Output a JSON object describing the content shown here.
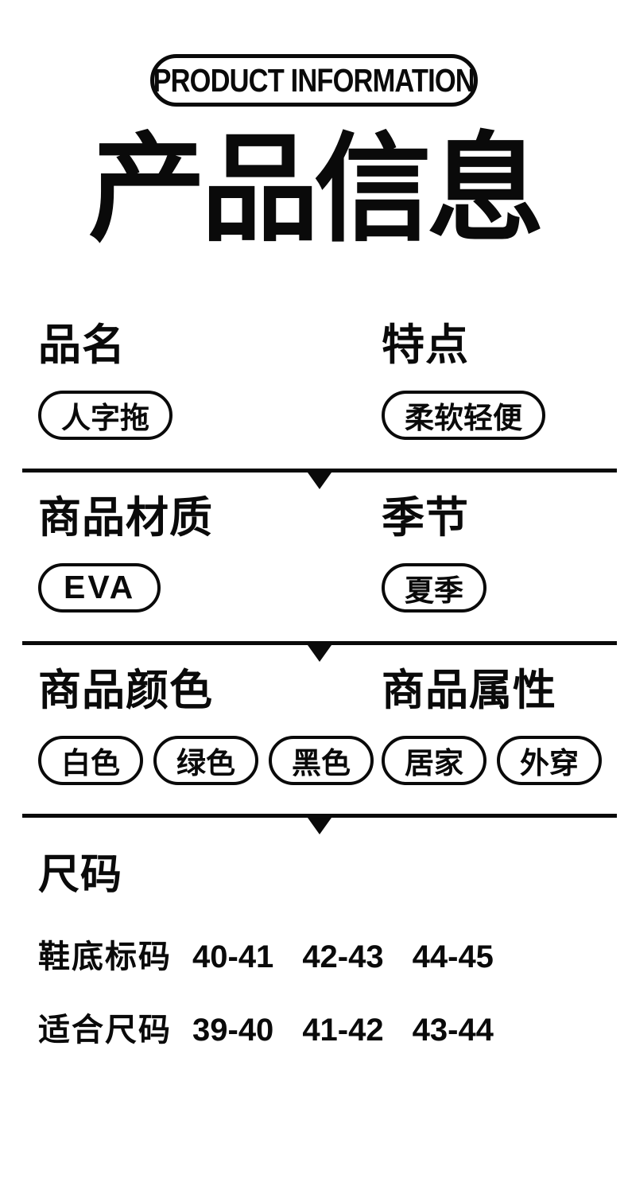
{
  "badge": {
    "label": "PRODUCT INFORMATION"
  },
  "title": "产品信息",
  "sections": [
    {
      "left": {
        "heading": "品名",
        "tags": [
          "人字拖"
        ]
      },
      "right": {
        "heading": "特点",
        "tags": [
          "柔软轻便"
        ]
      }
    },
    {
      "left": {
        "heading": "商品材质",
        "tags": [
          "EVA"
        ]
      },
      "right": {
        "heading": "季节",
        "tags": [
          "夏季"
        ]
      }
    },
    {
      "left": {
        "heading": "商品颜色",
        "tags": [
          "白色",
          "绿色",
          "黑色"
        ]
      },
      "right": {
        "heading": "商品属性",
        "tags": [
          "居家",
          "外穿"
        ]
      }
    }
  ],
  "size_section": {
    "heading": "尺码",
    "rows": [
      {
        "label": "鞋底标码",
        "values": [
          "40-41",
          "42-43",
          "44-45"
        ]
      },
      {
        "label": "适合尺码",
        "values": [
          "39-40",
          "41-42",
          "43-44"
        ]
      }
    ]
  },
  "colors": {
    "ink": "#0a0a0a",
    "background": "#ffffff"
  }
}
